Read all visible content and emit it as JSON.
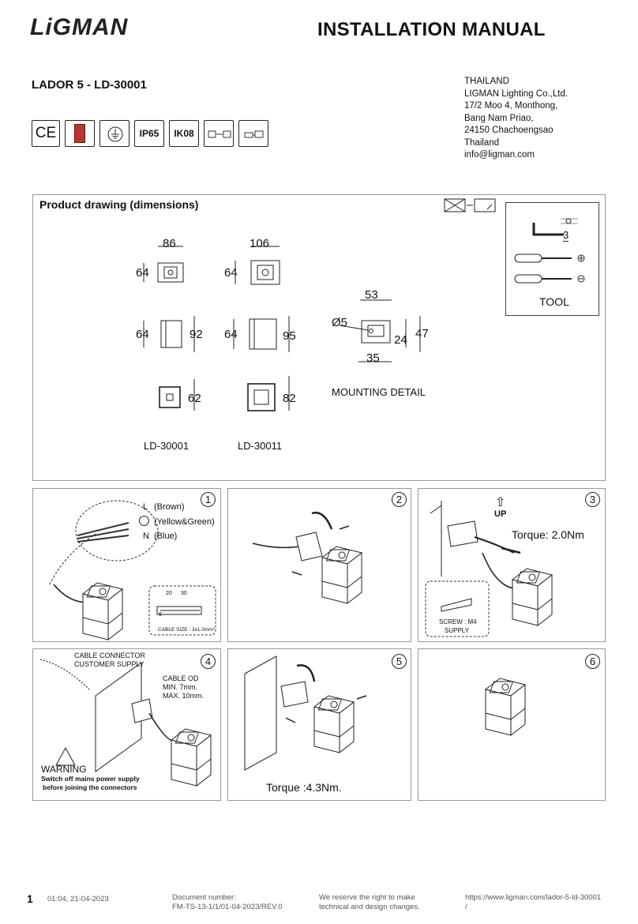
{
  "header": {
    "logo": "LiGMAN",
    "title": "INSTALLATION MANUAL",
    "model": "LADOR 5 - LD-30001",
    "address": [
      "THAILAND",
      "LIGMAN Lighting Co.,Ltd.",
      "17/2 Moo 4, Monthong,",
      "Bang Nam Priao,",
      "24150 Chachoengsao",
      "Thailand",
      "info@ligman.com"
    ]
  },
  "certs": {
    "ce": "CE",
    "ip": "IP65",
    "ik": "IK08"
  },
  "drawing": {
    "heading": "Product drawing (dimensions)",
    "tool_label": "TOOL",
    "tool_dim": "3",
    "model_a": "LD-30001",
    "model_b": "LD-30011",
    "dims": {
      "a_w": "86",
      "a_h1": "64",
      "a_side_h": "64",
      "a_side_d": "92",
      "a_front": "62",
      "b_w": "106",
      "b_h1": "64",
      "b_side_h": "64",
      "b_side_d": "95",
      "b_front": "82"
    },
    "mount": {
      "label": "MOUNTING DETAIL",
      "w": "53",
      "hole": "Ø5",
      "h1": "24",
      "h2": "47",
      "base": "35"
    }
  },
  "steps": [
    {
      "num": "1",
      "L": "L",
      "L_txt": "(Brown)",
      "E_txt": "(Yellow&Green)",
      "N": "N",
      "N_txt": "(Blue)",
      "d1": "20",
      "d2": "30",
      "d3": "6",
      "cable_size": "CABLE SIZE : 3x1.0mm²"
    },
    {
      "num": "2"
    },
    {
      "num": "3",
      "up": "UP",
      "torque": "Torque: 2.0Nm",
      "screw": "SCREW : M4",
      "supply": "SUPPLY"
    },
    {
      "num": "4",
      "conn1": "CABLE CONNECTOR",
      "conn2": "CUSTOMER SUPPLY",
      "od1": "CABLE OD",
      "od2": "MIN. 7mm.",
      "od3": "MAX. 10mm.",
      "warn": "WARNING",
      "warn1": "Switch off mains power supply",
      "warn2": "before joining the connectors"
    },
    {
      "num": "5",
      "torque": "Torque :4.3Nm."
    },
    {
      "num": "6"
    }
  ],
  "footer": {
    "page": "1",
    "datetime": "01:04, 21-04-2023",
    "doc_label": "Document number:",
    "doc_num": "FM-TS-13-1/1/01-04-2023/REV.0",
    "rights1": "We reserve the right to make",
    "rights2": "technical and design changes.",
    "url1": "https://www.ligman.com/lador-5-ld-30001",
    "url2": "/"
  }
}
